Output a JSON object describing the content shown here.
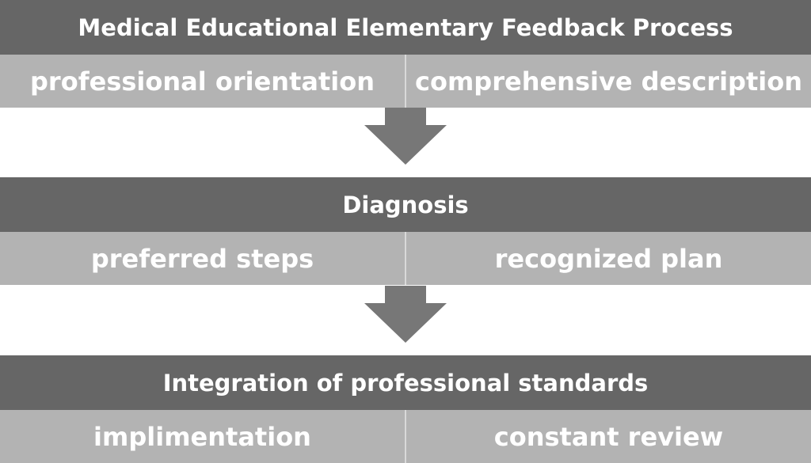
{
  "colors": {
    "title_bar": "#666666",
    "item_cell": "#b3b3b3",
    "arrow": "#777777",
    "text": "#ffffff",
    "background": "#ffffff"
  },
  "stages": [
    {
      "title": "Medical Educational Elementary Feedback Process",
      "items": [
        "professional orientation",
        "comprehensive description"
      ]
    },
    {
      "title": "Diagnosis",
      "items": [
        "preferred steps",
        "recognized plan"
      ]
    },
    {
      "title": "Integration of professional standards",
      "items": [
        "implimentation",
        "constant review"
      ]
    }
  ]
}
